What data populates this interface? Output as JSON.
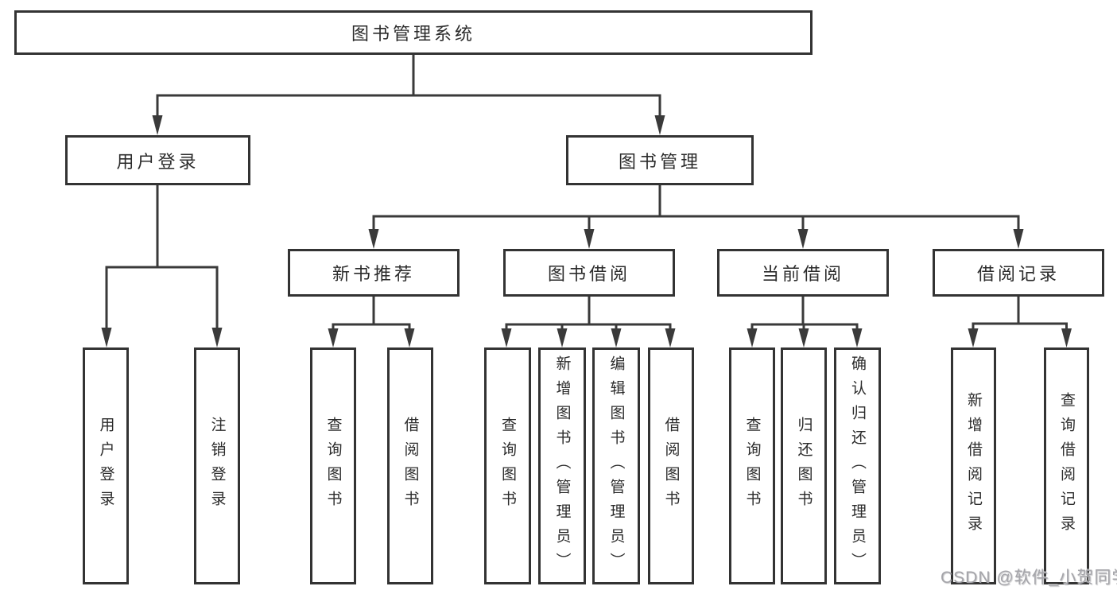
{
  "colors": {
    "line": "#3a3a3a",
    "box_border": "#333333",
    "text": "#2b2b2b",
    "background": "#ffffff",
    "watermark": "#a5a5aa"
  },
  "watermark": "CSDN @软件_小贺同学",
  "tree": {
    "root": "图书管理系统",
    "children": [
      {
        "label": "用户登录",
        "children": [
          "用户登录",
          "注销登录"
        ]
      },
      {
        "label": "图书管理",
        "children": [
          {
            "label": "新书推荐",
            "children": [
              "查询图书",
              "借阅图书"
            ]
          },
          {
            "label": "图书借阅",
            "children": [
              "查询图书",
              "新增图书（管理员）",
              "编辑图书（管理员）",
              "借阅图书"
            ]
          },
          {
            "label": "当前借阅",
            "children": [
              "查询图书",
              "归还图书",
              "确认归还（管理员）"
            ]
          },
          {
            "label": "借阅记录",
            "children": [
              "新增借阅记录",
              "查询借阅记录"
            ]
          }
        ]
      }
    ]
  }
}
